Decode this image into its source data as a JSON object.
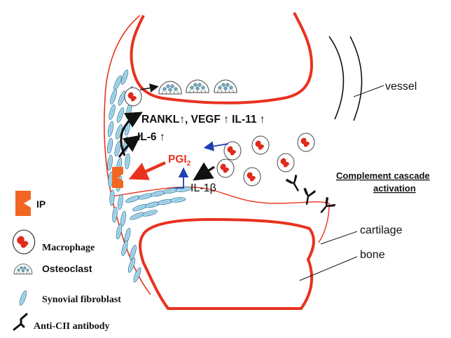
{
  "labels": {
    "vessel": "vessel",
    "cytokines_top": "RANKL↑, VEGF ↑ IL-11 ↑",
    "il6": "IL-6 ↑",
    "pgi2_main": "PGI",
    "pgi2_sub": "2",
    "il1b": "IL-1β",
    "complement_line1": "Complement cascade",
    "complement_line2": "activation",
    "cartilage": "cartilage",
    "bone": "bone"
  },
  "legend": [
    {
      "icon": "ip-receptor-icon",
      "label": "IP"
    },
    {
      "icon": "macrophage-icon",
      "label": "Macrophage"
    },
    {
      "icon": "osteoclast-icon",
      "label": "Osteoclast"
    },
    {
      "icon": "synovial-fibroblast-icon",
      "label": "Synovial fibroblast"
    },
    {
      "icon": "anti-cii-antibody-icon",
      "label": "Anti-CII antibody"
    }
  ],
  "colors": {
    "bone_outline": "#e8321e",
    "red_text": "#e8321e",
    "ip_orange": "#f26522",
    "fibroblast": "#a9d8ec",
    "fibroblast_stroke": "#2d6f8e",
    "black_arrow": "#111111",
    "blue_arrow": "#1f3fb0",
    "macrophage_red": "#e02a1a"
  }
}
